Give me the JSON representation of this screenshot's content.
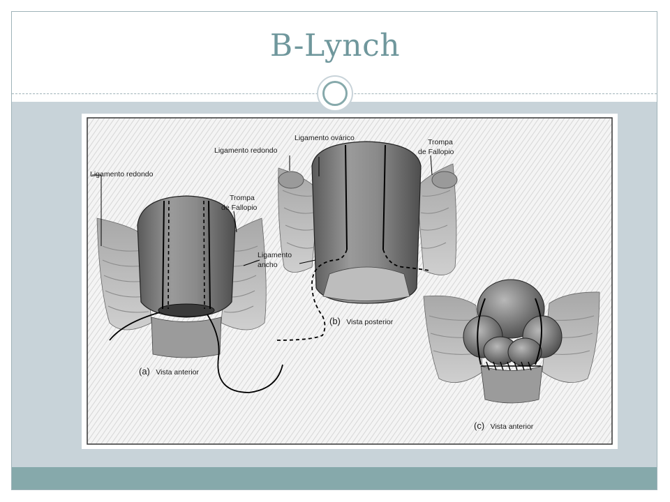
{
  "slide": {
    "title": "B-Lynch"
  },
  "figure": {
    "labels": {
      "a_round_ligament": "Ligamento redondo",
      "a_tube_line1": "Trompa",
      "a_tube_line2": "de Fallopio",
      "broad_line1": "Ligamento",
      "broad_line2": "ancho",
      "b_ovarian": "Ligamento ovárico",
      "b_round_ligament": "Ligamento redondo",
      "b_tube_line1": "Trompa",
      "b_tube_line2": "de Fallopio"
    },
    "captions": {
      "a_letter": "(a)",
      "a_text": "Vista anterior",
      "b_letter": "(b)",
      "b_text": "Vista posterior",
      "c_letter": "(c)",
      "c_text": "Vista anterior"
    }
  },
  "colors": {
    "title": "#6f979c",
    "band": "#c8d3d9",
    "footer": "#86a9ab"
  }
}
